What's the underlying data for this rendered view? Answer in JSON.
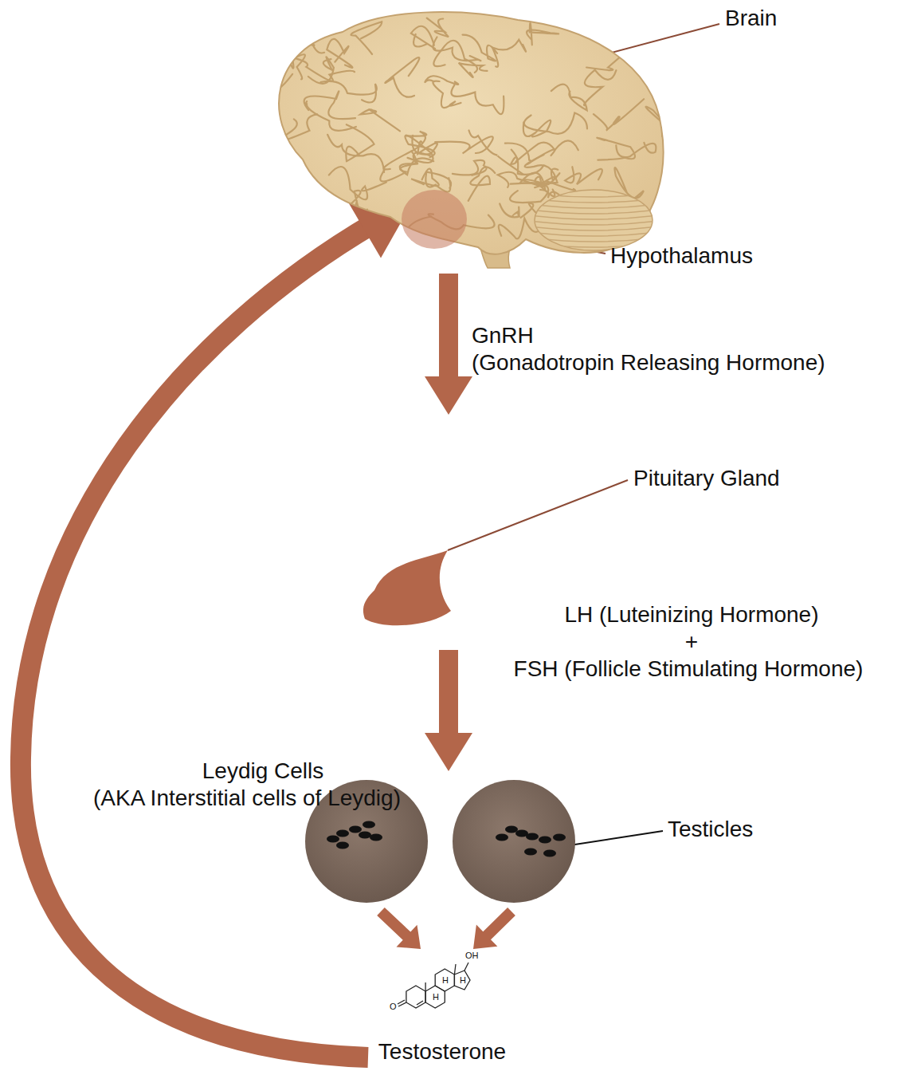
{
  "diagram": {
    "nodes": [
      {
        "text": [
          "Brain"
        ]
      },
      {
        "text": [
          "Hypothalamus"
        ],
        "in": 0
      },
      {
        "text": [
          "Pituitary Gland"
        ]
      },
      {
        "text": [
          "Leydig Cells",
          "(AKA Interstitial cells of Leydig)",
          "Testicles"
        ]
      },
      {
        "text": [
          "Testosterone"
        ]
      }
    ],
    "edges": [
      {
        "from": 1,
        "to": 2,
        "arrow": "to",
        "label": "GnRH"
      },
      {
        "from": 2,
        "to": 3,
        "arrow": "to",
        "label": "LH (Luteinizing Hormone)"
      },
      {
        "from": 3,
        "to": 4,
        "arrow": "to"
      },
      {
        "from": 4,
        "to": 1,
        "arrow": "to"
      }
    ],
    "labels": [
      "(Gonadotropin Releasing Hormone)",
      "+",
      "FSH (Follicle Stimulating Hormone)",
      "OH",
      "H",
      "H",
      "H",
      "O"
    ]
  }
}
